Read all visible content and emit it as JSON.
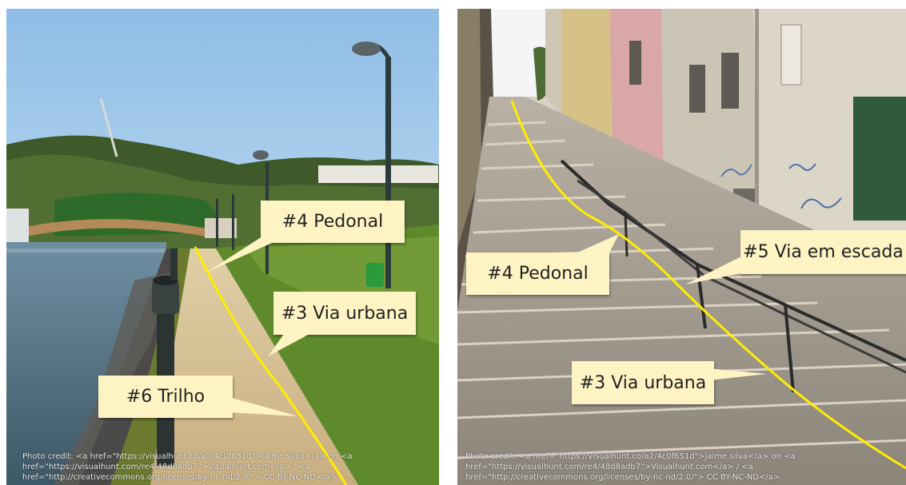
{
  "left_photo": {
    "callouts": {
      "pedonal": "#4 Pedonal",
      "via_urbana": "#3 Via urbana",
      "trilho": "#6 Trilho"
    },
    "credit_lines": [
      "Photo credit: <a href=\"https://visualhunt.co/a2/4c0f651d\">jaime.silva</a> on <a",
      "href=\"https://visualhunt.com/re4/48d8adb7\">Visualhunt.com</a> / <a",
      "href=\"http://creativecommons.org/licenses/by-nc-nd/2.0/\"> CC BY-NC-ND</a>"
    ]
  },
  "right_photo": {
    "callouts": {
      "pedonal": "#4 Pedonal",
      "via_escada": "#5 Via em escada",
      "via_urbana": "#3 Via urbana"
    },
    "credit_lines": [
      "Photo credit: <a href=\"https://visualhunt.co/a2/4c0f651d\">jaime.silva</a> on <a",
      "href=\"https://visualhunt.com/re4/48d8adb7\">Visualhunt.com</a> / <a",
      "href=\"http://creativecommons.org/licenses/by-nc-nd/2.0/\"> CC BY-NC-ND</a>"
    ]
  },
  "colors": {
    "callout_fill": "#fdf3c3",
    "path_line": "#ffee00"
  }
}
